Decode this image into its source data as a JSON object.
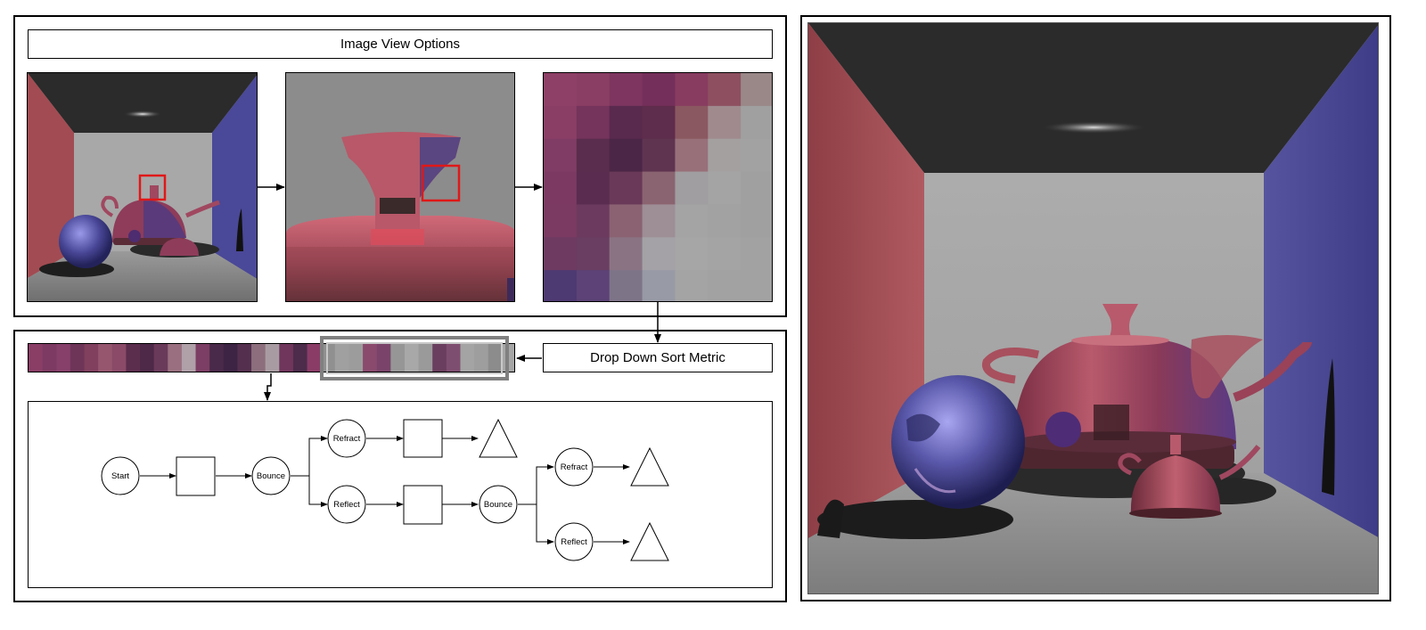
{
  "options_panel": {
    "title": "Image View Options"
  },
  "sort_panel": {
    "dropdown_label": "Drop Down Sort Metric"
  },
  "flow": {
    "nodes": {
      "start": "Start",
      "bounce": "Bounce",
      "refract": "Refract",
      "reflect": "Reflect"
    }
  },
  "colors": {
    "left_wall": "#a24b52",
    "right_wall": "#4a4898",
    "ceiling": "#2b2b2b",
    "floor": "#8e8e8e",
    "back_wall": "#a8a8a8",
    "highlight_box": "#e01818"
  },
  "swatches": [
    "#8a3e66",
    "#7d3a62",
    "#86406a",
    "#6e3558",
    "#80405e",
    "#96566e",
    "#8a4a68",
    "#5c2e4e",
    "#4e2948",
    "#6a3a5a",
    "#9a7080",
    "#b0a0a8",
    "#7c3e64",
    "#4a2a4a",
    "#3e2444",
    "#54304e",
    "#8c6e7c",
    "#a89ca2",
    "#70365c",
    "#4c2c4a",
    "#8a3c66",
    "#909090",
    "#a0a0a0",
    "#9c9c9c",
    "#8a4a6e",
    "#7a446a",
    "#969696",
    "#a8a8a8",
    "#9a9a9a",
    "#6a3e5e",
    "#7e4e70",
    "#a4a4a4",
    "#9e9e9e",
    "#8c8c8c",
    "#a6a6a6"
  ],
  "zoom_mosaic": [
    [
      "#8e4066",
      "#8a3e64",
      "#7e3660",
      "#74305a",
      "#883c60",
      "#8e5060",
      "#9a8888"
    ],
    [
      "#8a3e66",
      "#74345c",
      "#5a2a4e",
      "#5e2c4c",
      "#8a5860",
      "#a08a8e",
      "#a0a0a0"
    ],
    [
      "#803c64",
      "#5a2c4e",
      "#4c2646",
      "#5e3450",
      "#98707a",
      "#a4a0a0",
      "#a2a2a2"
    ],
    [
      "#7c3a62",
      "#5a2c50",
      "#6a3858",
      "#8a6470",
      "#a09ea0",
      "#a4a4a4",
      "#a0a0a0"
    ],
    [
      "#7a3a62",
      "#6c3a5e",
      "#8a6272",
      "#9e8e96",
      "#a4a4a4",
      "#a2a2a2",
      "#a0a0a0"
    ],
    [
      "#6e3a62",
      "#6a3e62",
      "#8a7484",
      "#a4a2a6",
      "#a6a6a6",
      "#a4a4a4",
      "#a2a2a2"
    ],
    [
      "#4e3a72",
      "#5c4276",
      "#7e7488",
      "#989aa6",
      "#a4a4a4",
      "#a2a2a2",
      "#a2a2a2"
    ]
  ]
}
